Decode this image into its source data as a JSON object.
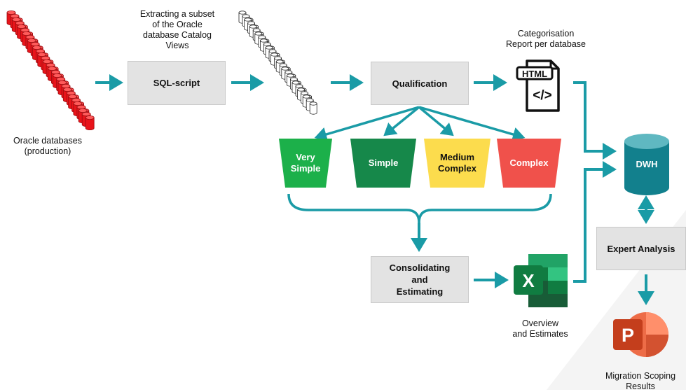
{
  "sources": {
    "label": "Oracle databases\n(production)"
  },
  "extract": {
    "label": "Extracting a subset\nof the Oracle\ndatabase Catalog\nViews"
  },
  "sql_script": {
    "label": "SQL-script"
  },
  "qualification": {
    "label": "Qualification"
  },
  "report": {
    "label": "Categorisation\nReport per database",
    "icon_text": "HTML",
    "code_glyph": "</>"
  },
  "categories": [
    {
      "label": "Very\nSimple",
      "color": "#1cb04a"
    },
    {
      "label": "Simple",
      "color": "#16884a"
    },
    {
      "label": "Medium\nComplex",
      "color": "#fcdc4d"
    },
    {
      "label": "Complex",
      "color": "#f0514b"
    }
  ],
  "consolidating": {
    "label": "Consolidating\nand\nEstimating"
  },
  "excel": {
    "label": "Overview\nand Estimates",
    "icon_letter": "X"
  },
  "dwh": {
    "label": "DWH"
  },
  "expert": {
    "label": "Expert Analysis"
  },
  "powerpoint": {
    "label": "Migration Scoping\nResults",
    "icon_letter": "P"
  },
  "colors": {
    "arrow": "#1a9ba6",
    "db_red": "#e8141a",
    "dwh": "#12808d"
  }
}
